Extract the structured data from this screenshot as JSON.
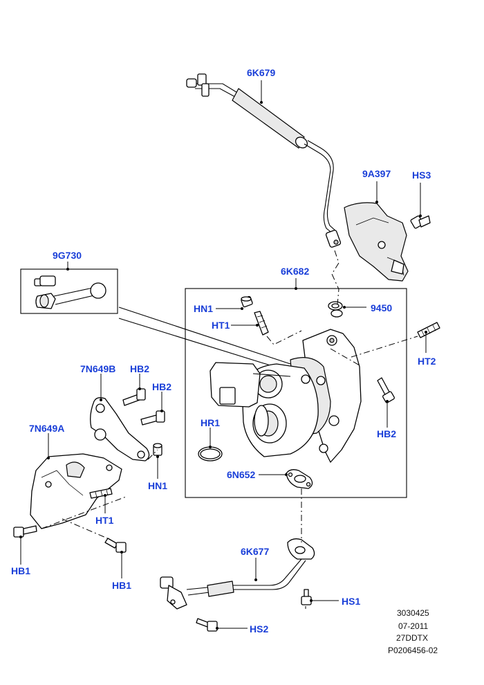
{
  "callouts": {
    "p6K679": "6K679",
    "p9A397": "9A397",
    "pHS3": "HS3",
    "p9G730": "9G730",
    "p6K682": "6K682",
    "pHN1_top": "HN1",
    "pHT1_top": "HT1",
    "p9450": "9450",
    "pHT2": "HT2",
    "p7N649B": "7N649B",
    "pHB2_a": "HB2",
    "pHB2_b": "HB2",
    "pHB2_c": "HB2",
    "pHR1": "HR1",
    "p7N649A": "7N649A",
    "pHN1_bottom": "HN1",
    "p6N652": "6N652",
    "pHT1_bottom": "HT1",
    "pHB1_a": "HB1",
    "pHB1_b": "HB1",
    "p6K677": "6K677",
    "pHS1": "HS1",
    "pHS2": "HS2"
  },
  "reference": {
    "number": "3030425",
    "date": "07-2011",
    "engine_code": "27DDTX",
    "illustration_id": "P0206456-02"
  },
  "colors": {
    "callout": "#1a3fd8",
    "line": "#000000",
    "paper": "#ffffff"
  }
}
